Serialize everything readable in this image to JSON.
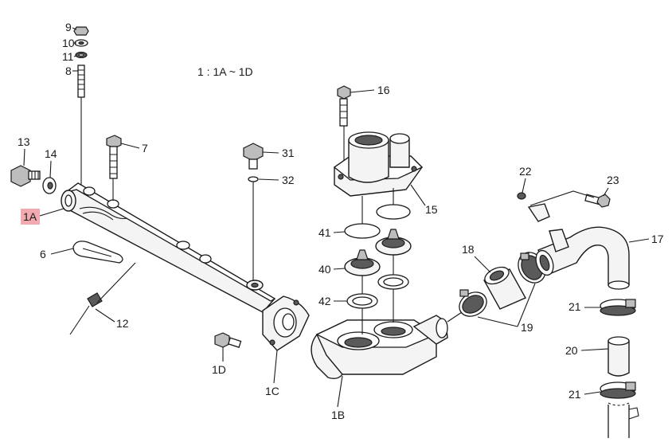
{
  "diagram": {
    "caption": "1 : 1A ~ 1D",
    "highlighted_callout": "1A",
    "highlight_color": "#f2a9b0",
    "callouts": {
      "c9": "9",
      "c10": "10",
      "c11": "11",
      "c8": "8",
      "c13": "13",
      "c14": "14",
      "c1A": "1A",
      "c6": "6",
      "c7": "7",
      "c12": "12",
      "c1D": "1D",
      "c31": "31",
      "c32": "32",
      "c16": "16",
      "c15": "15",
      "c41": "41",
      "c40": "40",
      "c42": "42",
      "c1C": "1C",
      "c1B": "1B",
      "c18": "18",
      "c19": "19",
      "c22": "22",
      "c23": "23",
      "c17": "17",
      "c21a": "21",
      "c20": "20",
      "c21b": "21"
    }
  }
}
